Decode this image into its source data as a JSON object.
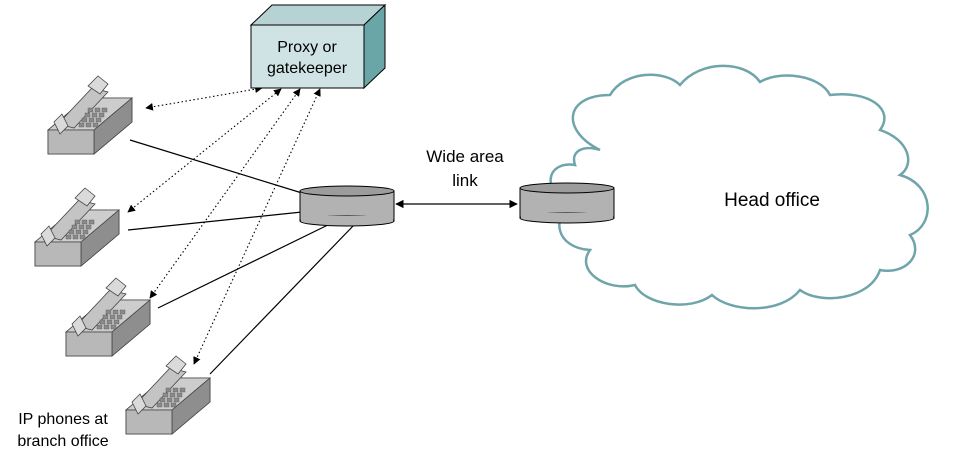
{
  "proxy": {
    "line1": "Proxy or",
    "line2": "gatekeeper"
  },
  "wan": {
    "line1": "Wide area",
    "line2": "link"
  },
  "head_office": {
    "label": "Head office"
  },
  "phones_caption": {
    "line1": "IP phones at",
    "line2": "branch office"
  },
  "colors": {
    "proxy_front": "#cfe3e4",
    "proxy_top": "#b6d2d3",
    "proxy_side": "#6aa6a7",
    "router_fill": "#b2b2b2",
    "phone_body": "#b8b8b8",
    "cloud_stroke": "#6fa5aa",
    "link_line": "#000000"
  },
  "icons": {
    "proxy": "server-box-icon",
    "router": "router-icon",
    "phone": "ip-phone-icon",
    "cloud": "cloud-icon"
  }
}
